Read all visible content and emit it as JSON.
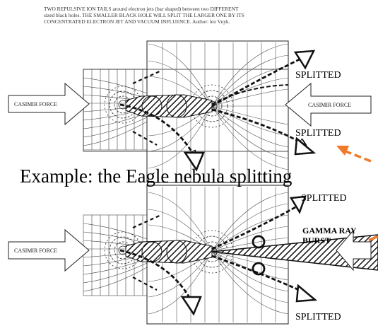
{
  "caption": {
    "line1": "TWO REPULSIVE ION TAILS around electron jets (bar shaped) between two DIFFERENT",
    "line2": "sized black holes. THE SMALLER BLACK HOLE WILL SPLIT THE LARGER ONE BY ITS",
    "line3": "CONCENTRATED ELECTRON JET AND VACUUM INFLUENCE. Author: leo Vuyk."
  },
  "top_diagram": {
    "left_box": "CASIMIR FORCE",
    "right_box": "CASIMIR FORCE",
    "label_upper": "SPLITTED",
    "label_lower": "SPLITTED"
  },
  "example_text": "Example: the Eagle nebula splitting",
  "bottom_diagram": {
    "left_box": "CASIMIR FORCE",
    "label_top": "SPLITTED",
    "label_gamma_1": "GAMMA RAY",
    "label_gamma_2": "BURST",
    "label_bottom": "SPLITTED"
  },
  "colors": {
    "ink": "#111111",
    "arrow_accent": "#f07a2a"
  }
}
